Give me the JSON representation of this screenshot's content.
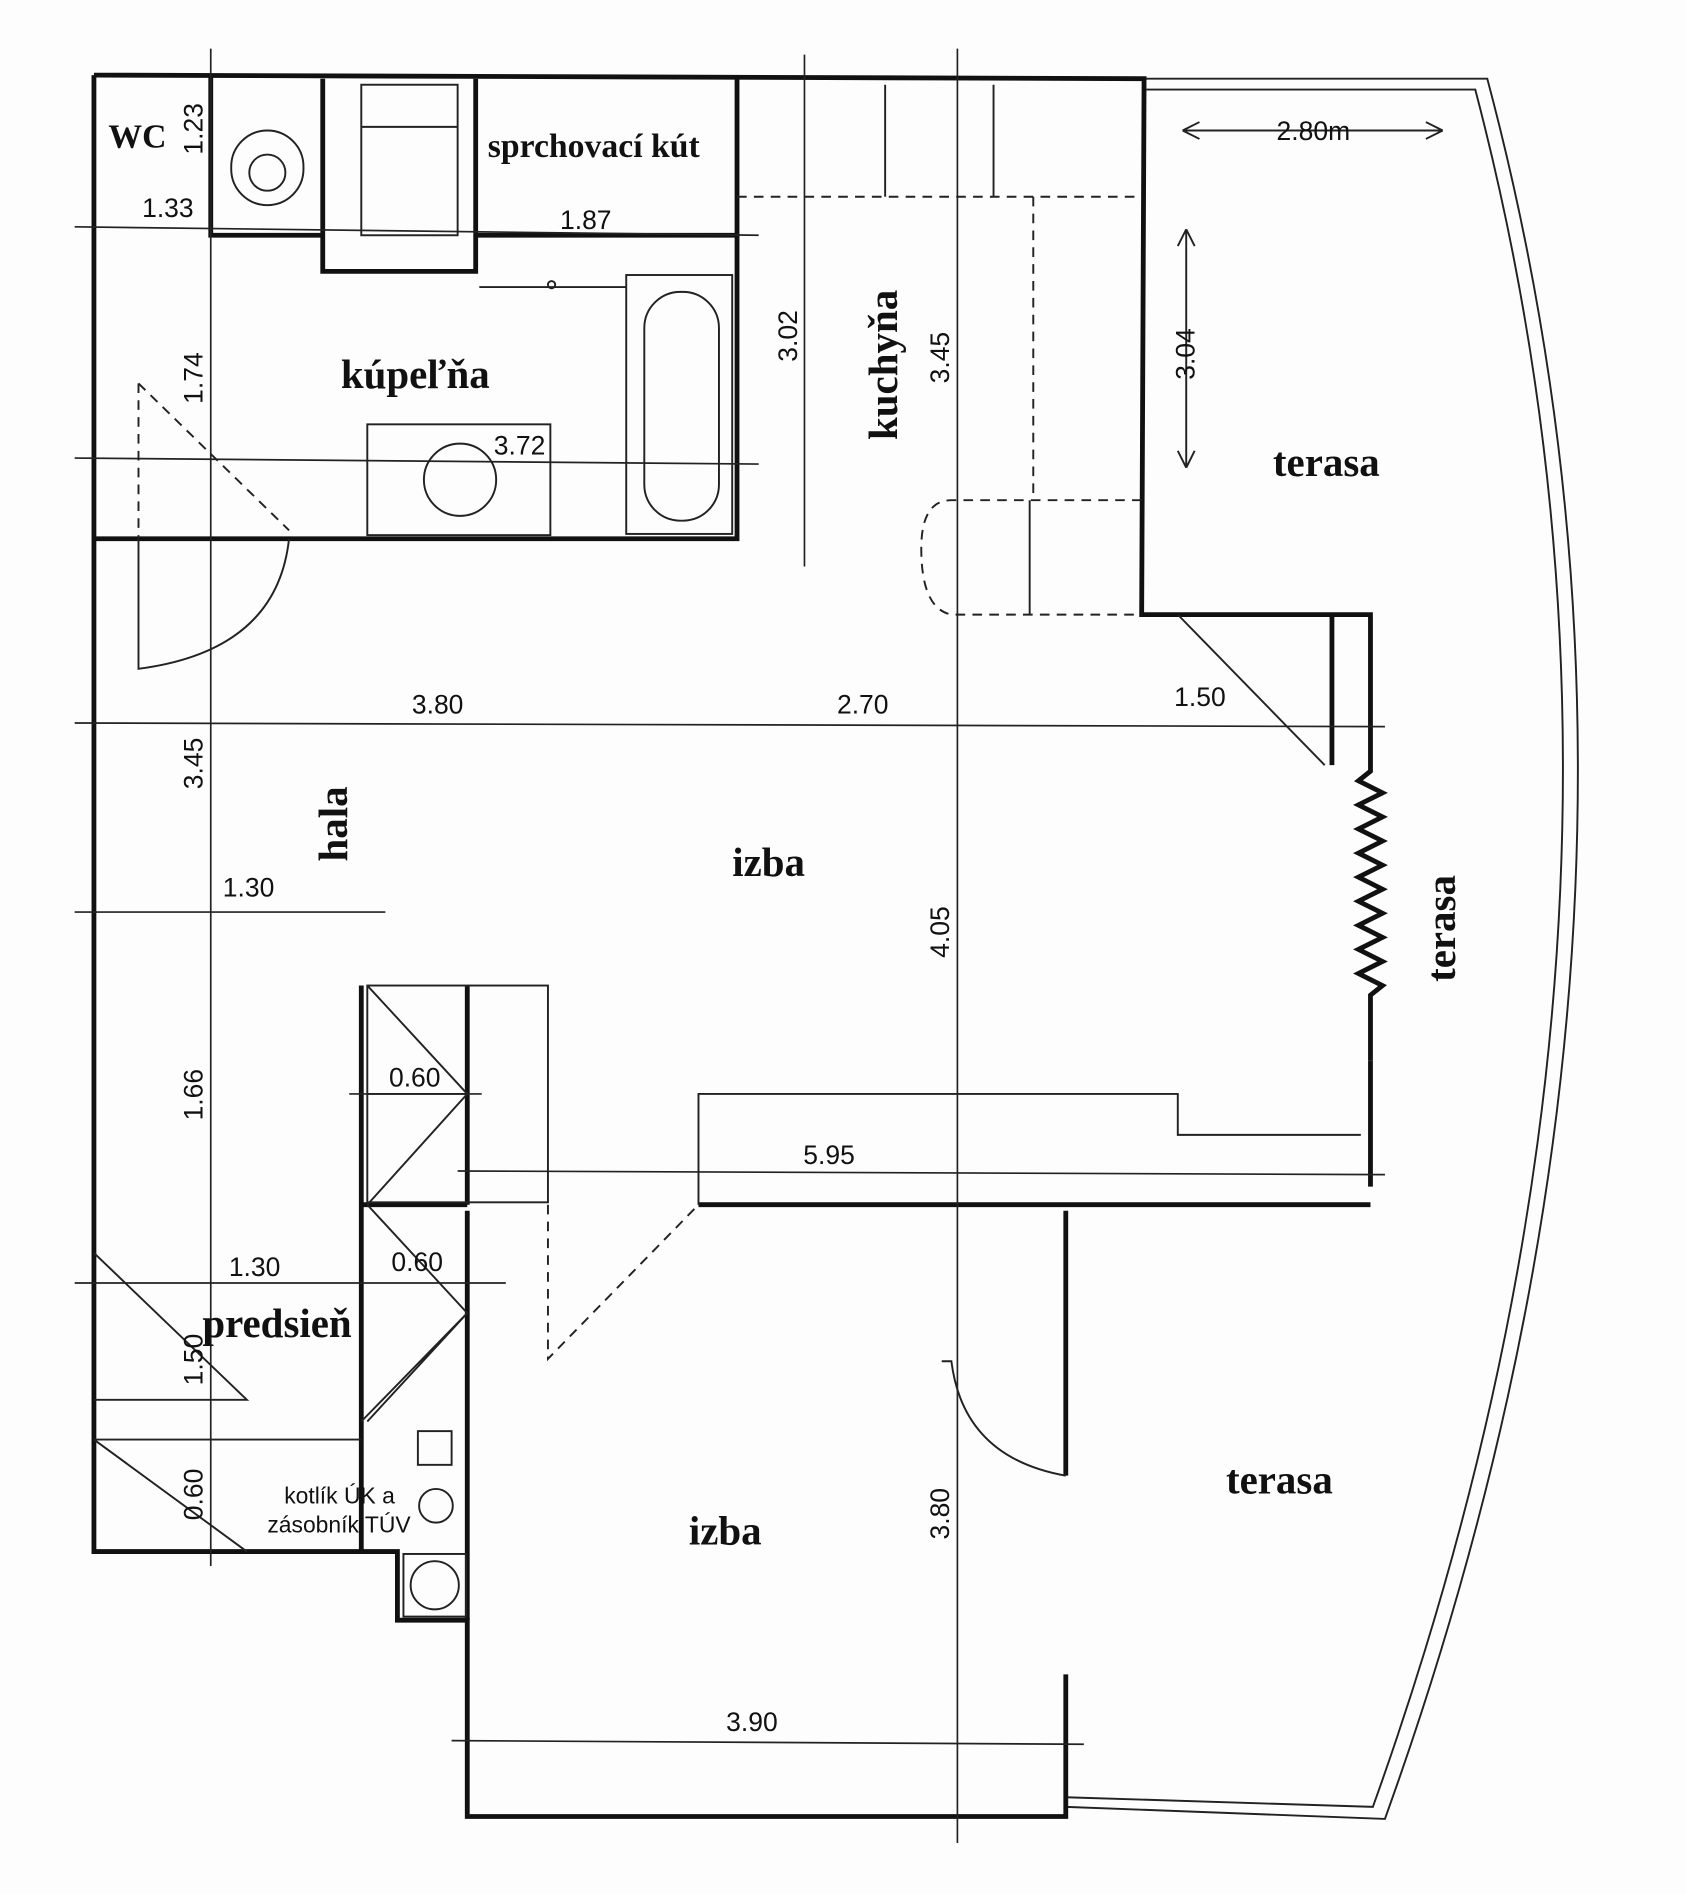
{
  "rooms": {
    "wc": "WC",
    "shower": "sprchovací kút",
    "bathroom": "kúpeľňa",
    "kitchen": "kuchyňa",
    "hall": "hala",
    "room_main": "izba",
    "room_lower": "izba",
    "entrance": "predsieň",
    "terrace_top": "terasa",
    "terrace_side": "terasa",
    "terrace_bottom": "terasa",
    "boiler_line1": "kotlík ÚK a",
    "boiler_line2": "zásobník TÚV"
  },
  "dimensions": {
    "wc_height": "1.23",
    "wc_width": "1.33",
    "shower_width": "1.87",
    "bath_height": "1.74",
    "bath_width": "3.72",
    "kitchen_height": "3.02",
    "kitchen_height2": "3.45",
    "terrace_width": "2.80m",
    "terrace_height": "3.04",
    "room_w1": "3.80",
    "room_w2": "2.70",
    "room_w3": "1.50",
    "hall_height": "3.45",
    "hall_width": "1.30",
    "room_height": "4.05",
    "closet1": "0.60",
    "closet2": "0.60",
    "hall_lower": "1.66",
    "room_width_total": "5.95",
    "entrance_width": "1.30",
    "entrance_height": "1.50",
    "boiler_height": "0.60",
    "lower_room_height": "3.80",
    "lower_room_width": "3.90"
  }
}
